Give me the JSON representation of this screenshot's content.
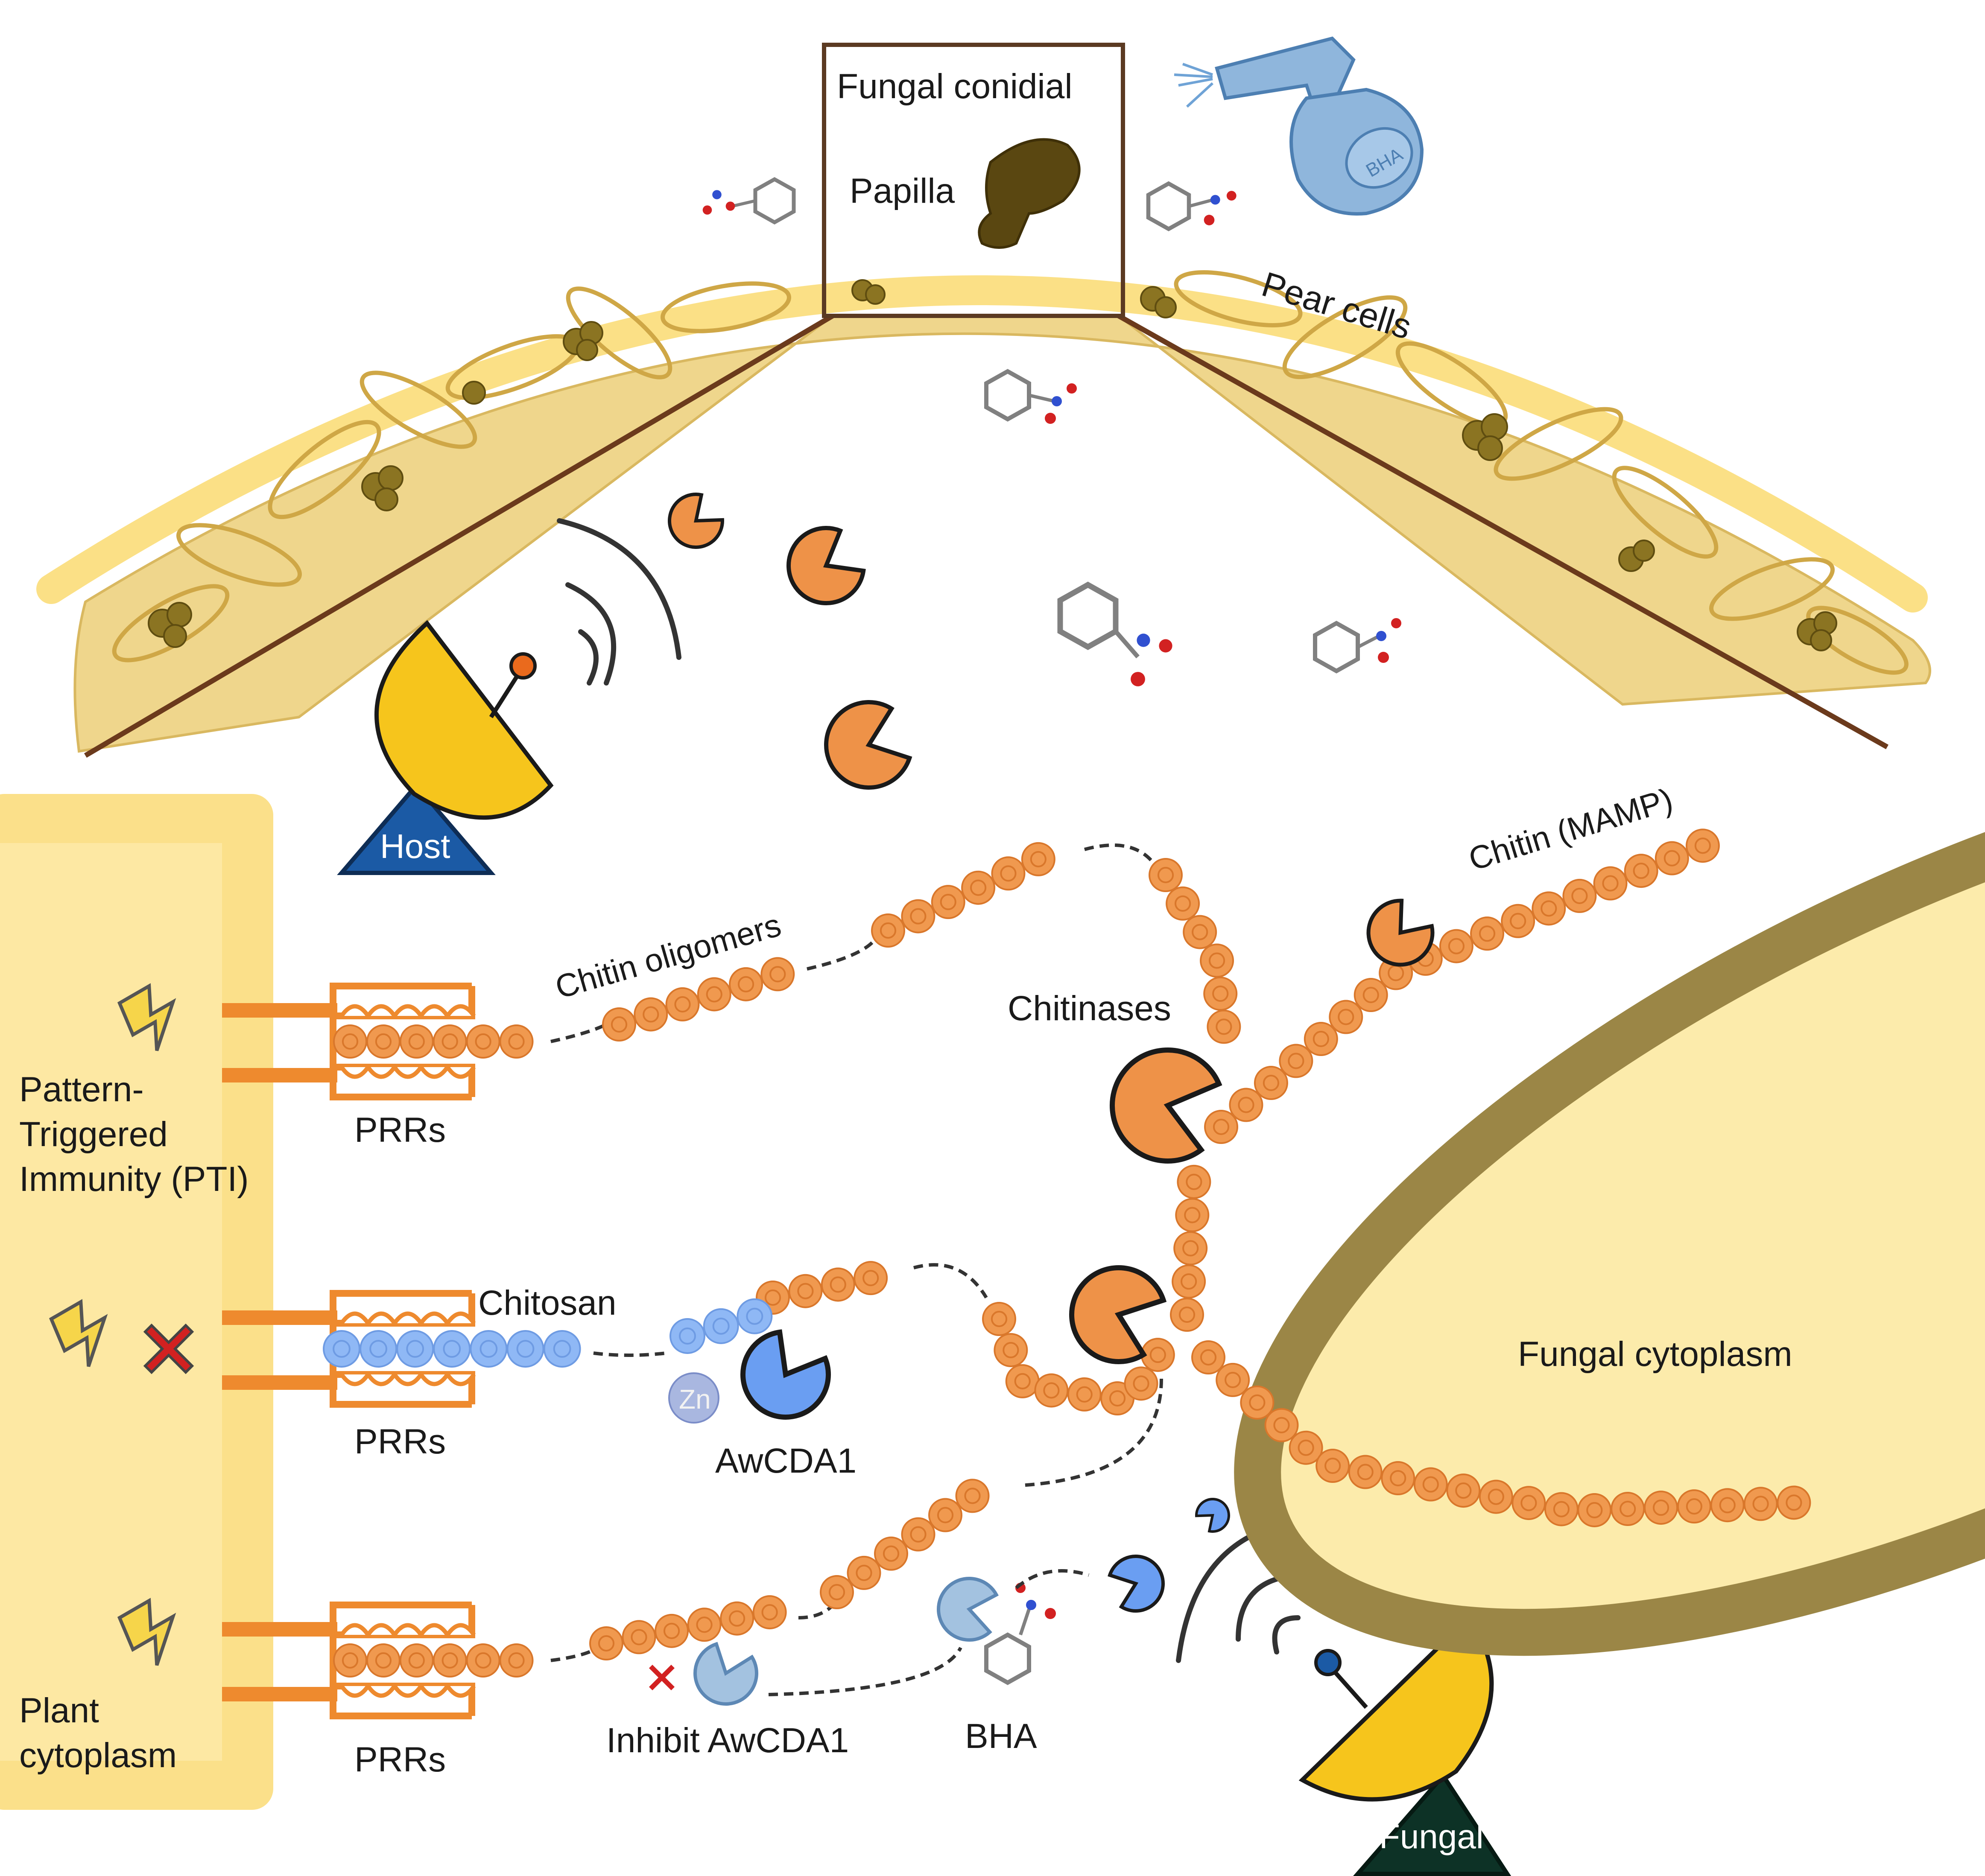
{
  "labels": {
    "fungal_conidial": "Fungal conidial",
    "papilla": "Papilla",
    "pear_cells": "Pear cells",
    "host": "Host",
    "fungal": "Fungal",
    "chitin_mamp": "Chitin (MAMP)",
    "chitin_oligomers": "Chitin oligomers",
    "chitinases": "Chitinases",
    "chitosan": "Chitosan",
    "awcda1": "AwCDA1",
    "zn": "Zn",
    "inhibit_awcda1": "Inhibit AwCDA1",
    "bha": "BHA",
    "bha_bottle": "BHA",
    "prrs": "PRRs",
    "pti_line1": "Pattern-",
    "pti_line2": "Triggered",
    "pti_line3": "Immunity (PTI)",
    "fungal_cytoplasm": "Fungal cytoplasm",
    "plant_cytoplasm_line1": "Plant",
    "plant_cytoplasm_line2": "cytoplasm"
  },
  "colors": {
    "chitin_bead": "#f0994f",
    "chitosan_bead": "#8fb8f5",
    "chitinase_enzyme": "#ee9248",
    "awcda1_enzyme": "#6a9ef2",
    "host_dish": "#f6c51c",
    "host_base": "#1b5aa5",
    "fungal_base": "#0d3226",
    "fungal_cell_wall": "#9b8646",
    "fungal_cytoplasm": "#fcebab",
    "plant_cytoplasm": "#fde8a3",
    "pear_tissue": "#efd68c",
    "papilla": "#5a4711",
    "lightning": "#f6d54a",
    "inhibition_cross": "#d22121"
  },
  "icons": [
    "spray-bottle-icon",
    "satellite-dish-icon",
    "lightning-icon",
    "cross-icon",
    "molecule-icon"
  ]
}
